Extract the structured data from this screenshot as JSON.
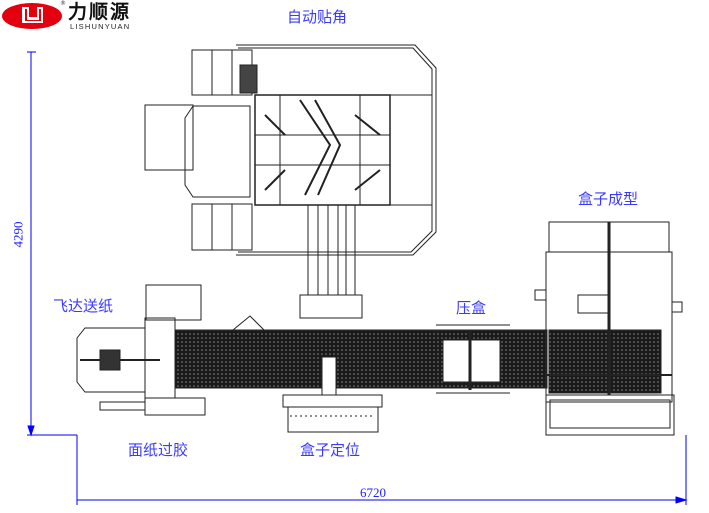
{
  "logo": {
    "name_cn": "力顺源",
    "name_en": "LISHUNYUAN",
    "mark": "®",
    "brand_color": "#e3000f"
  },
  "labels": {
    "auto_corner": "自动贴角",
    "box_forming": "盒子成型",
    "feeder": "飞达送纸",
    "box_press": "压盒",
    "face_paper_gluing": "面纸过胶",
    "box_positioning": "盒子定位"
  },
  "dimensions": {
    "height": "4290",
    "width": "6720"
  },
  "colors": {
    "annotation": "#3a3aff",
    "dimension_line": "#0000ff",
    "drawing": "#222222"
  }
}
